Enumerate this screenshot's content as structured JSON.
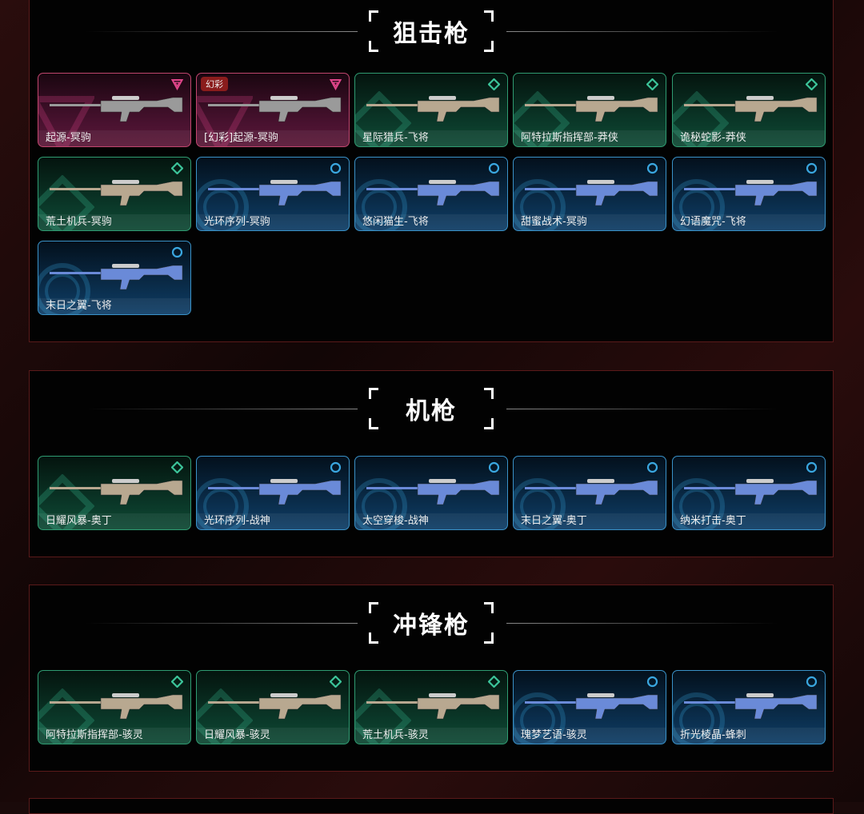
{
  "sections": [
    {
      "title": "狙击枪",
      "cards": [
        {
          "name": "起源-冥驹",
          "rarity": "legend"
        },
        {
          "name": "[幻彩]起源-冥驹",
          "rarity": "legend",
          "tag": "幻彩"
        },
        {
          "name": "星际猎兵-飞将",
          "rarity": "epic"
        },
        {
          "name": "阿特拉斯指挥部-莽侠",
          "rarity": "epic"
        },
        {
          "name": "诡秘蛇影-莽侠",
          "rarity": "epic"
        },
        {
          "name": "荒土机兵-冥驹",
          "rarity": "epic"
        },
        {
          "name": "光环序列-冥驹",
          "rarity": "rare"
        },
        {
          "name": "悠闲猫生-飞将",
          "rarity": "rare"
        },
        {
          "name": "甜蜜战术-冥驹",
          "rarity": "rare"
        },
        {
          "name": "幻语魔咒-飞将",
          "rarity": "rare"
        },
        {
          "name": "末日之翼-飞将",
          "rarity": "rare"
        }
      ]
    },
    {
      "title": "机枪",
      "cards": [
        {
          "name": "日耀风暴-奥丁",
          "rarity": "epic"
        },
        {
          "name": "光环序列-战神",
          "rarity": "rare"
        },
        {
          "name": "太空穿梭-战神",
          "rarity": "rare"
        },
        {
          "name": "末日之翼-奥丁",
          "rarity": "rare"
        },
        {
          "name": "纳米打击-奥丁",
          "rarity": "rare"
        }
      ]
    },
    {
      "title": "冲锋枪",
      "cards": [
        {
          "name": "阿特拉斯指挥部-骇灵",
          "rarity": "epic"
        },
        {
          "name": "日耀风暴-骇灵",
          "rarity": "epic"
        },
        {
          "name": "荒土机兵-骇灵",
          "rarity": "epic"
        },
        {
          "name": "瑰梦艺语-骇灵",
          "rarity": "rare"
        },
        {
          "name": "折光棱晶-蜂刺",
          "rarity": "rare"
        }
      ]
    }
  ],
  "colors": {
    "legend": "#e0458a",
    "epic": "#3cc59a",
    "rare": "#3aa7e0",
    "accent": "#c8262a"
  }
}
